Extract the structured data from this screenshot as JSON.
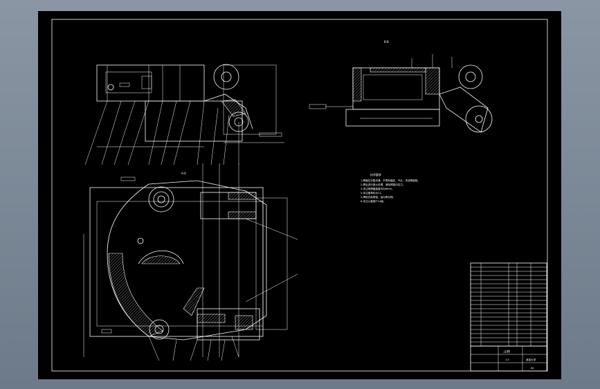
{
  "drawing": {
    "notes_title": "技术要求",
    "notes": [
      "1.焊缝应平整光滑，不得有裂纹、气孔、夹渣等缺陷。",
      "2.焊后进行退火处理，消除焊接内应力。",
      "3.未注明焊缝高度均为6mm。",
      "4.未注倒角均为C1。",
      "5.焊前去除锈蚀、油污等杂物。",
      "6.未注公差按IT14级。"
    ],
    "title_block": {
      "part_name": "斗杆",
      "drawing_no": "00",
      "company": "某某大学",
      "scale": "1:5"
    },
    "section_labels": [
      "A-A",
      "B-B"
    ]
  },
  "colors": {
    "background": "#000000",
    "line": "#ffffff",
    "outer_bg": "#7f8b99"
  }
}
